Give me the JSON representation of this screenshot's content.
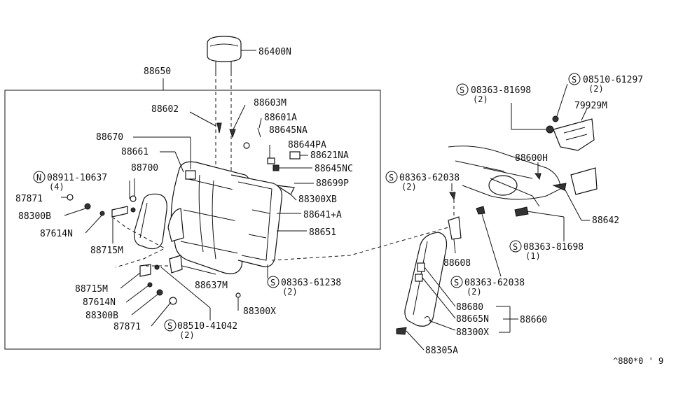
{
  "diagram": {
    "parts": {
      "p86400N": "86400N",
      "p88650": "88650",
      "p88602": "88602",
      "p88603M": "88603M",
      "p88601A": "88601A",
      "p88645NA": "88645NA",
      "p88670": "88670",
      "p88644PA": "88644PA",
      "p88621NA": "88621NA",
      "p88661": "88661",
      "p88645NC": "88645NC",
      "p08911": "08911-10637",
      "p08911_q": "(4)",
      "p88700": "88700",
      "p88699P": "88699P",
      "p87871_a": "87871",
      "p88300XB": "88300XB",
      "p88300B_a": "88300B",
      "p88641A": "88641+A",
      "p87614N_a": "87614N",
      "p88651": "88651",
      "p88715M_a": "88715M",
      "p08363_61238": "08363-61238",
      "p08363_61238_q": "(2)",
      "p88715M_b": "88715M",
      "p88637M": "88637M",
      "p87614N_b": "87614N",
      "p88300B_b": "88300B",
      "p88300X_a": "88300X",
      "p87871_b": "87871",
      "p08510_41042": "08510-41042",
      "p08510_41042_q": "(2)",
      "p08363_81698_a": "08363-81698",
      "p08363_81698_a_q": "(2)",
      "p08510_61297": "08510-61297",
      "p08510_61297_q": "(2)",
      "p79929M": "79929M",
      "p88600H": "88600H",
      "p08363_62038_a": "08363-62038",
      "p08363_62038_a_q": "(2)",
      "p88642": "88642",
      "p08363_81698_b": "08363-81698",
      "p08363_81698_b_q": "(1)",
      "p88608": "88608",
      "p08363_62038_b": "08363-62038",
      "p08363_62038_b_q": "(2)",
      "p88680": "88680",
      "p88665N": "88665N",
      "p88660": "88660",
      "p88300X_b": "88300X",
      "p88305A": "88305A"
    },
    "symbols": {
      "screw": "S",
      "nut": "N"
    },
    "diagram_code": "^880*0 ' 9"
  }
}
